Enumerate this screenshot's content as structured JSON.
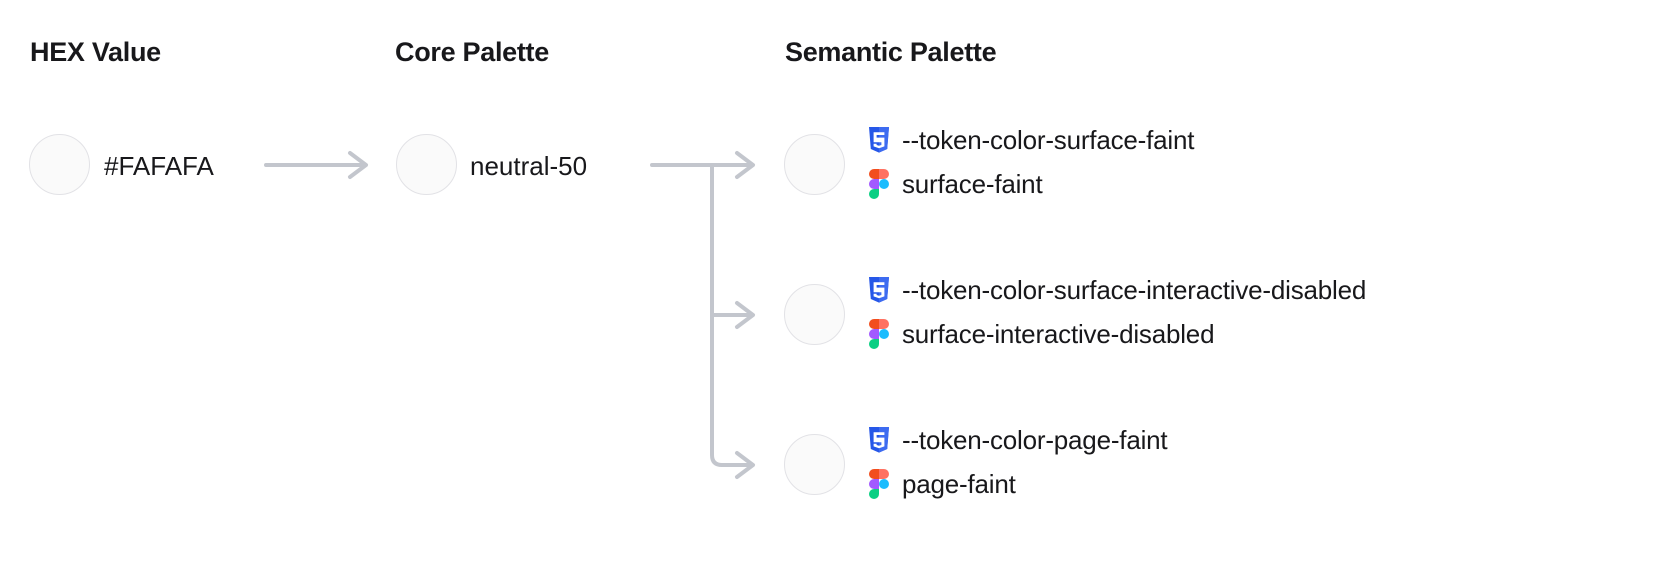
{
  "columns": {
    "hex": "HEX Value",
    "core": "Core Palette",
    "semantic": "Semantic Palette"
  },
  "hex": {
    "value": "#FAFAFA",
    "swatch_color": "#FAFAFA"
  },
  "core": {
    "value": "neutral-50",
    "swatch_color": "#FAFAFA"
  },
  "semantic_tokens": [
    {
      "css_token": "--token-color-surface-faint",
      "figma_token": "surface-faint",
      "swatch_color": "#FAFAFA",
      "css_icon": "css3-icon",
      "figma_icon": "figma-icon"
    },
    {
      "css_token": "--token-color-surface-interactive-disabled",
      "figma_token": "surface-interactive-disabled",
      "swatch_color": "#FAFAFA",
      "css_icon": "css3-icon",
      "figma_icon": "figma-icon"
    },
    {
      "css_token": "--token-color-page-faint",
      "figma_token": "page-faint",
      "swatch_color": "#FAFAFA",
      "css_icon": "css3-icon",
      "figma_icon": "figma-icon"
    }
  ],
  "colors": {
    "text": "#18181b",
    "connector": "#c3c6cd",
    "swatch_border": "#e2e2e6",
    "css_blue": "#2657E8",
    "css_blue_light": "#3D6BF0",
    "figma_orange": "#F24E1E",
    "figma_red": "#FF7262",
    "figma_purple": "#A259FF",
    "figma_blue": "#1ABCFE",
    "figma_green": "#0ACF83"
  }
}
